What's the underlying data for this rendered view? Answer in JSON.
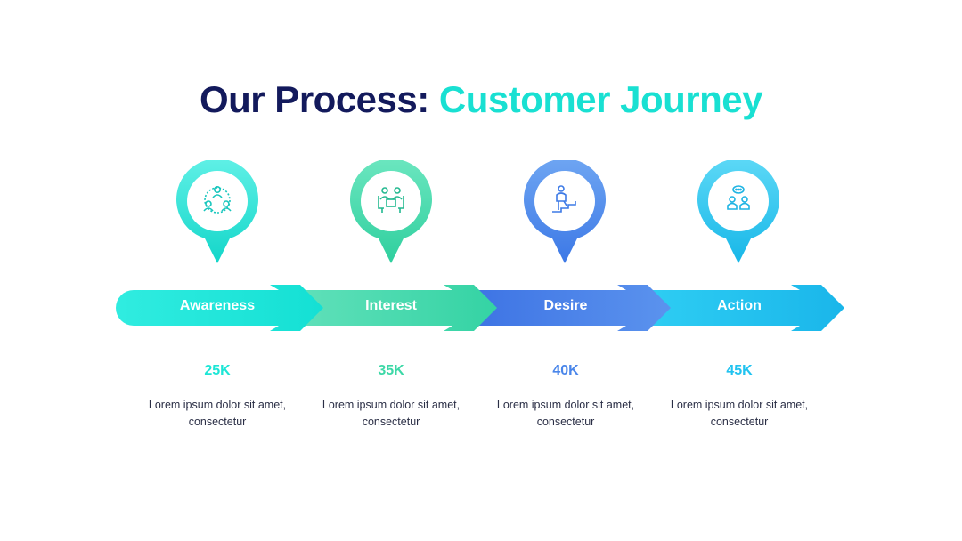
{
  "title": {
    "part1": "Our Process:",
    "part2": "Customer Journey"
  },
  "colors": {
    "title_dark": "#131a5c",
    "title_accent": "#19e0d2",
    "awareness": "#1de6d6",
    "interest": "#3dd8a7",
    "desire": "#4a86ea",
    "action": "#21c3f0"
  },
  "stages": [
    {
      "label": "Awareness",
      "value": "25K",
      "desc_line1": "Lorem ipsum dolor sit amet,",
      "desc_line2": "consectetur",
      "icon": "group-network-icon",
      "color": "#1de6d6"
    },
    {
      "label": "Interest",
      "value": "35K",
      "desc_line1": "Lorem ipsum dolor sit amet,",
      "desc_line2": "consectetur",
      "icon": "meeting-icon",
      "color": "#3dd8a7"
    },
    {
      "label": "Desire",
      "value": "40K",
      "desc_line1": "Lorem ipsum dolor sit amet,",
      "desc_line2": "consectetur",
      "icon": "person-climbing-stairs-icon",
      "color": "#4a86ea"
    },
    {
      "label": "Action",
      "value": "45K",
      "desc_line1": "Lorem ipsum dolor sit amet,",
      "desc_line2": "consectetur",
      "icon": "chat-people-icon",
      "color": "#21c3f0"
    }
  ]
}
